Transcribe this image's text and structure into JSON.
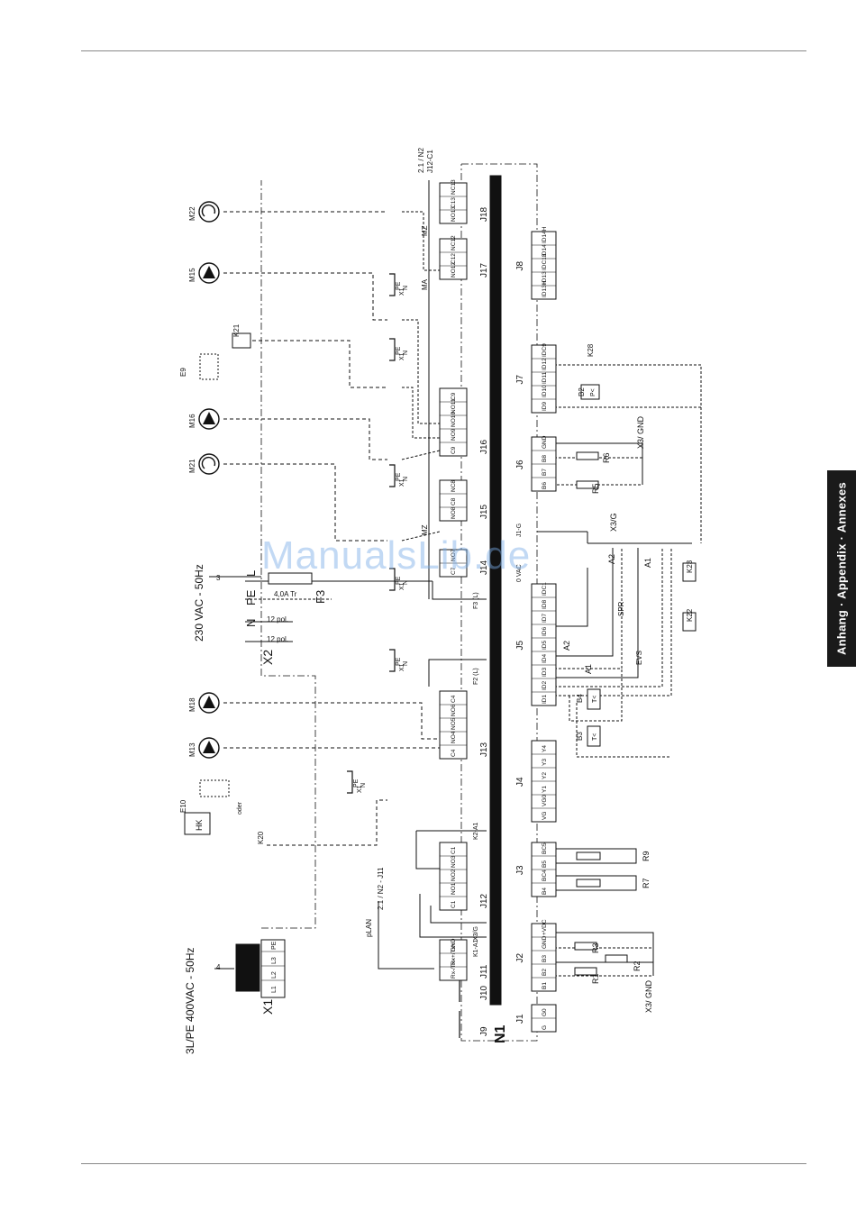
{
  "side_tab": "Anhang · Appendix · Annexes",
  "watermark": "ManualsLib.de",
  "supply": {
    "three_phase": "3L/PE 400VAC - 50Hz",
    "single_phase": "230 VAC - 50Hz",
    "x1": "X1",
    "x2": "X2",
    "l": "L",
    "pe": "PE",
    "n": "N",
    "fuse": "F3",
    "fuse_rating": "4,0A Tr",
    "pol_a": "12 pol.",
    "pol_b": "12 pol.",
    "x1_terminals": [
      "L1",
      "L2",
      "L3",
      "PE"
    ],
    "wire_4": "4",
    "wire_3": "3"
  },
  "controller": {
    "name": "N1",
    "top_ref_a": "2.1 / N2",
    "top_ref_b": "J12-C1",
    "plan_label": "pLAN",
    "plan_ref": "2.1 / N2 - J11",
    "rail_labels": [
      "F3 (L)",
      "F2 (L)",
      "K2-A1",
      "X3/G",
      "K1-A1",
      "J1-G",
      "0 VAC"
    ]
  },
  "connectors_top": [
    {
      "name": "J9",
      "pins": []
    },
    {
      "name": "J10",
      "pins": []
    },
    {
      "name": "J11",
      "pins": [
        "Rx-/Tx-",
        "Rx+/Tx+",
        "GND"
      ]
    },
    {
      "name": "J12",
      "pins": [
        "C1",
        "NO1",
        "NO2",
        "NO3",
        "C1"
      ]
    },
    {
      "name": "J13",
      "pins": [
        "C4",
        "NO4",
        "NO5",
        "NO6",
        "C4"
      ]
    },
    {
      "name": "J14",
      "pins": [
        "C7",
        "NO7"
      ]
    },
    {
      "name": "J15",
      "pins": [
        "NO8",
        "C8",
        "NC8"
      ]
    },
    {
      "name": "J16",
      "pins": [
        "C9",
        "NO9",
        "NO10",
        "NO11",
        "C9"
      ]
    },
    {
      "name": "J17",
      "pins": [
        "NO12",
        "C12",
        "NC12"
      ]
    },
    {
      "name": "J18",
      "pins": [
        "NO13",
        "C13",
        "NC13"
      ]
    }
  ],
  "connectors_bottom": [
    {
      "name": "J1",
      "pins": [
        "G",
        "G0"
      ]
    },
    {
      "name": "J2",
      "pins": [
        "B1",
        "B2",
        "B3",
        "GND",
        "+VDC"
      ]
    },
    {
      "name": "J3",
      "pins": [
        "B4",
        "BC4",
        "B5",
        "BC5"
      ]
    },
    {
      "name": "J4",
      "pins": [
        "VG",
        "VG0",
        "Y1",
        "Y2",
        "Y3",
        "Y4"
      ]
    },
    {
      "name": "J5",
      "pins": [
        "ID1",
        "ID2",
        "ID3",
        "ID4",
        "ID5",
        "ID6",
        "ID7",
        "ID8",
        "IDC1"
      ]
    },
    {
      "name": "J6",
      "pins": [
        "B6",
        "B7",
        "B8",
        "GND"
      ]
    },
    {
      "name": "J7",
      "pins": [
        "ID9",
        "ID10",
        "ID11",
        "ID12",
        "IDC9"
      ]
    },
    {
      "name": "J8",
      "pins": [
        "ID13H",
        "ID13",
        "IDC13",
        "ID14",
        "ID14H"
      ]
    }
  ],
  "loads": [
    {
      "name": "M13"
    },
    {
      "name": "M18"
    },
    {
      "name": "M21"
    },
    {
      "name": "M16"
    },
    {
      "name": "M15"
    },
    {
      "name": "M22"
    },
    {
      "name": "E9"
    },
    {
      "name": "E10"
    },
    {
      "name": "K20"
    },
    {
      "name": "K21"
    }
  ],
  "x1_blocks": [
    "X1",
    "PE",
    "N",
    "X1",
    "PE",
    "N"
  ],
  "labels": {
    "hk": "HK",
    "oder": "oder",
    "x3_gnd_a": "X3/ GND",
    "x3_gnd_b": "X3/ GND",
    "x3_g": "X3/G",
    "mz": "MZ",
    "ma": "MA",
    "spr": "SPR",
    "evs": "EVS",
    "a1": "A1",
    "a2": "A2",
    "k22": "K22",
    "k23": "K23",
    "k28": "K28",
    "b2": "B2",
    "b3": "B3",
    "b4": "B4",
    "p": "P<",
    "t": "T<",
    "r1": "R1",
    "r2": "R2",
    "r3": "R3",
    "r5": "R5",
    "r6": "R6",
    "r7": "R7",
    "r9": "R9"
  }
}
